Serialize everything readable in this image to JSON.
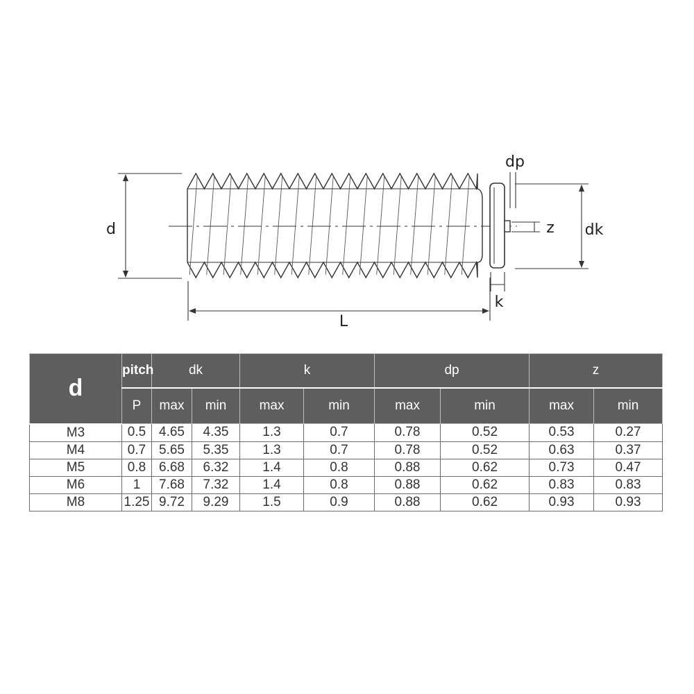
{
  "diagram": {
    "labels": {
      "d": "d",
      "L": "L",
      "dk": "dk",
      "dp": "dp",
      "z": "z",
      "k": "k"
    }
  },
  "table": {
    "col_d": "d",
    "pitch_label": "pitch",
    "pitch_sub": "P",
    "groups": [
      "dk",
      "k",
      "dp",
      "z"
    ],
    "sub_max": "max",
    "sub_min": "min",
    "rows": [
      [
        "M3",
        "0.5",
        "4.65",
        "4.35",
        "1.3",
        "0.7",
        "0.78",
        "0.52",
        "0.53",
        "0.27"
      ],
      [
        "M4",
        "0.7",
        "5.65",
        "5.35",
        "1.3",
        "0.7",
        "0.78",
        "0.52",
        "0.63",
        "0.37"
      ],
      [
        "M5",
        "0.8",
        "6.68",
        "6.32",
        "1.4",
        "0.8",
        "0.88",
        "0.62",
        "0.73",
        "0.47"
      ],
      [
        "M6",
        "1",
        "7.68",
        "7.32",
        "1.4",
        "0.8",
        "0.88",
        "0.62",
        "0.83",
        "0.83"
      ],
      [
        "M8",
        "1.25",
        "9.72",
        "9.29",
        "1.5",
        "0.9",
        "0.88",
        "0.62",
        "0.93",
        "0.93"
      ]
    ]
  },
  "colors": {
    "header_bg": "#5e5e5e",
    "line": "#333333"
  }
}
